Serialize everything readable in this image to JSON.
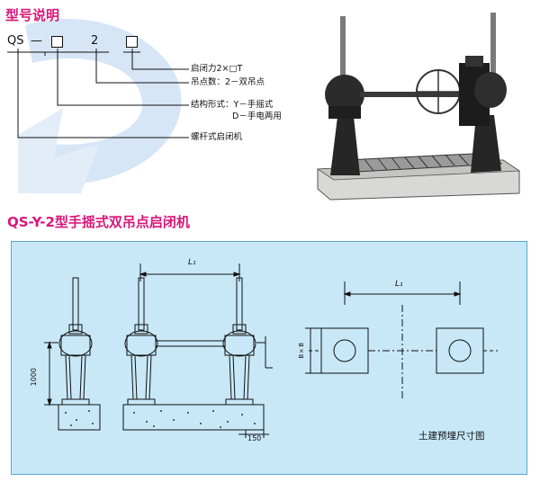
{
  "header": {
    "title": "型号说明"
  },
  "model_code": {
    "prefix": "QS",
    "dash": "—",
    "middle": "2"
  },
  "legend": [
    {
      "id": "force",
      "text": "启闭力2×□T"
    },
    {
      "id": "points",
      "text": "吊点数：2－双吊点"
    },
    {
      "id": "struct1",
      "text": "结构形式：Y－手摇式"
    },
    {
      "id": "struct2",
      "text": "D－手电两用"
    },
    {
      "id": "type",
      "text": "螺杆式启闭机"
    }
  ],
  "section": {
    "title": "QS-Y-2型手摇式双吊点启闭机"
  },
  "drawing": {
    "dim_span": "L₁",
    "dim_height": "1000",
    "dim_base": "150",
    "dim_span2": "L₁",
    "dim_square": "B×B",
    "caption": "土建预埋尺寸图"
  },
  "colors": {
    "accent": "#d8177a",
    "panel": "#c8e8f8",
    "watermark": "#d7e6f6"
  }
}
